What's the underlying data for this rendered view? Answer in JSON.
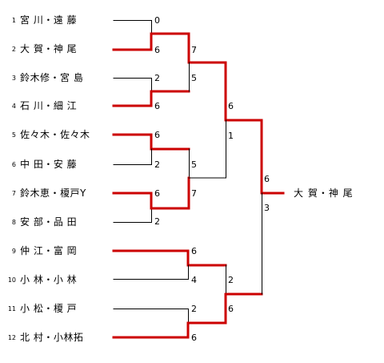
{
  "players": [
    {
      "seed": "1",
      "name": "宮 川・遠 藤"
    },
    {
      "seed": "2",
      "name": "大 賀・神 尾"
    },
    {
      "seed": "3",
      "name": "鈴木修・宮 島"
    },
    {
      "seed": "4",
      "name": "石 川・細 江"
    },
    {
      "seed": "5",
      "name": "佐々木・佐々木"
    },
    {
      "seed": "6",
      "name": "中 田・安 藤"
    },
    {
      "seed": "7",
      "name": "鈴木恵・榎戸Y"
    },
    {
      "seed": "8",
      "name": "安 部・品 田"
    },
    {
      "seed": "9",
      "name": "仲 江・富 岡"
    },
    {
      "seed": "10",
      "name": "小 林・小 林"
    },
    {
      "seed": "11",
      "name": "小 松・榎 戸"
    },
    {
      "seed": "12",
      "name": "北 村・小林拓"
    }
  ],
  "round1_scores": [
    "0",
    "6",
    "2",
    "6",
    "6",
    "2",
    "6",
    "2",
    "6",
    "4",
    "2",
    "6"
  ],
  "round2_scores": [
    "7",
    "5",
    "5",
    "7",
    "2",
    "6"
  ],
  "semifinal_scores": [
    "6",
    "1",
    "3"
  ],
  "final_scores": [
    "6"
  ],
  "champion": "大 賀・神 尾",
  "colors": {
    "winner_line": "#cc0000",
    "loser_line": "#000000"
  }
}
